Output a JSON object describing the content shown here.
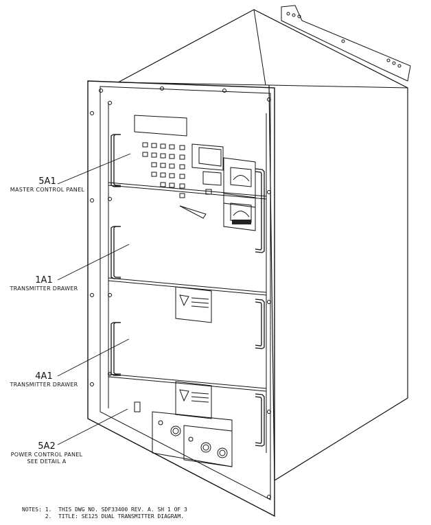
{
  "callouts": [
    {
      "id": "5A1",
      "description": "MASTER CONTROL PANEL"
    },
    {
      "id": "1A1",
      "description": "TRANSMITTER DRAWER"
    },
    {
      "id": "4A1",
      "description": "TRANSMITTER DRAWER"
    },
    {
      "id": "5A2",
      "description": "POWER CONTROL PANEL",
      "description2": "SEE DETAIL A"
    }
  ],
  "notes": {
    "prefix": "NOTES:",
    "items": [
      "1.  THIS DWG NO. SDF33400 REV. A. SH 1 OF 3",
      "2.  TITLE: SE125 DUAL TRANSMITTER DIAGRAM."
    ]
  },
  "colors": {
    "line": "#111111",
    "paper": "#ffffff"
  },
  "icons": [
    "high-voltage-warning-icon",
    "meter-icon",
    "toggle-switch-icon",
    "rotary-knob-icon",
    "handle-icon",
    "mounting-hole-icon"
  ]
}
